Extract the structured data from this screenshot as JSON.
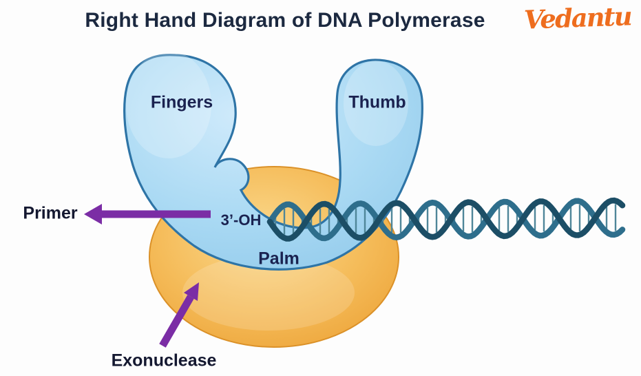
{
  "title": "Right Hand Diagram of DNA Polymerase",
  "brand": {
    "name": "Vedantu",
    "color": "#ee6d1e"
  },
  "diagram": {
    "labels": {
      "fingers": "Fingers",
      "thumb": "Thumb",
      "primer": "Primer",
      "oh": "3’-OH",
      "palm": "Palm",
      "exonuclease": "Exonuclease"
    },
    "colors": {
      "polymerase_fill": "#a9d9f3",
      "polymerase_stroke": "#2e74a6",
      "exonuclease_fill": "#f3b452",
      "exonuclease_stroke": "#db9128",
      "dna_dark": "#1c4e66",
      "dna_light": "#2e6e8c",
      "dna_rung": "#4f8699",
      "arrow": "#7b2da5",
      "label_text": "#1a2250",
      "label_text_dark": "#141830",
      "title_text": "#1c2940"
    }
  }
}
